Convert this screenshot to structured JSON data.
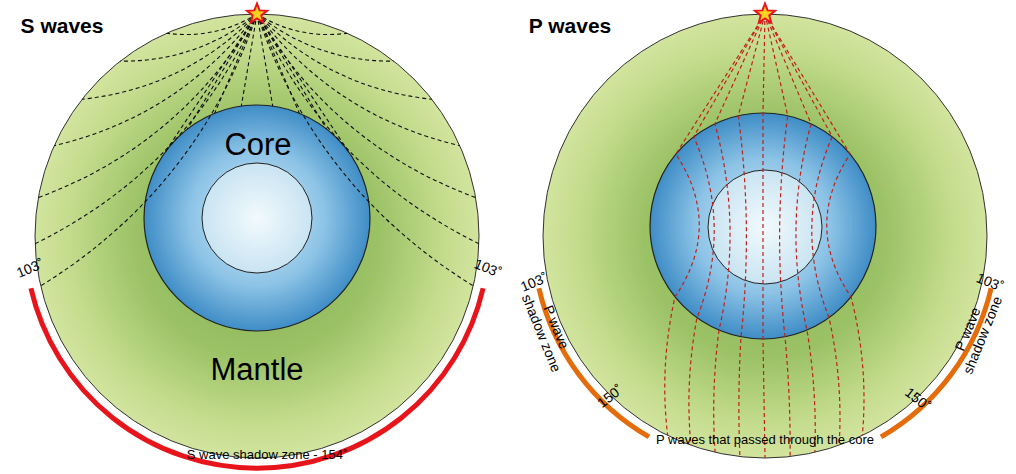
{
  "diagram": {
    "nodes": [
      {
        "text": [
          "Mantle"
        ]
      },
      {
        "text": [
          "Core"
        ],
        "in": 0
      }
    ],
    "labels": [
      "S waves",
      "P waves",
      "103˚",
      "103˚",
      "S wave shadow zone - 154˚",
      "103˚",
      "P wave shadow zone",
      "150˚",
      "103˚",
      "P wave shadow zone",
      "150˚",
      "P waves that passed through the core"
    ]
  }
}
